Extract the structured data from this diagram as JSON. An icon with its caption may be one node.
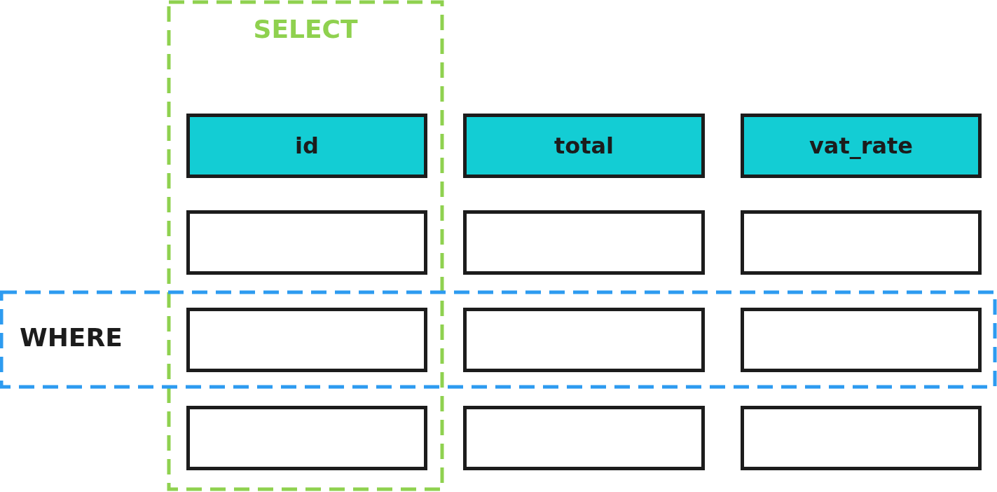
{
  "diagram": {
    "nodes": [
      {
        "text": [
          "SELECT"
        ]
      },
      {
        "text": [
          "id"
        ],
        "in": 0
      },
      {
        "text": [
          "total"
        ]
      },
      {
        "text": [
          "vat_rate"
        ]
      },
      {
        "text": [],
        "shape": "box",
        "in": 0
      },
      {
        "text": [],
        "shape": "box"
      },
      {
        "text": [],
        "shape": "box"
      },
      {
        "text": [
          "WHERE"
        ]
      },
      {
        "text": [],
        "shape": "box"
      },
      {
        "text": [],
        "shape": "box",
        "in": 7
      },
      {
        "text": [],
        "shape": "box",
        "in": 7
      },
      {
        "text": [],
        "shape": "box",
        "in": 0
      },
      {
        "text": [],
        "shape": "box"
      },
      {
        "text": [],
        "shape": "box"
      }
    ],
    "edges": []
  }
}
